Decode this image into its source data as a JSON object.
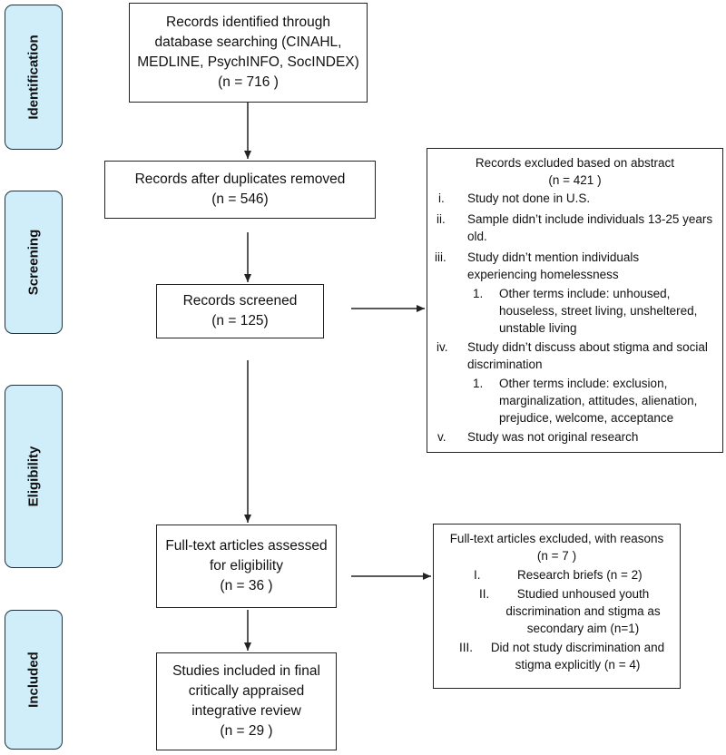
{
  "stages": {
    "identification": "Identification",
    "screening": "Screening",
    "eligibility": "Eligibility",
    "included": "Included"
  },
  "identified": {
    "lines": [
      "Records identified through",
      "database searching (CINAHL,",
      "MEDLINE, PsychINFO, SocINDEX)",
      "(n = 716 )"
    ]
  },
  "duplicates": {
    "lines": [
      "Records after duplicates removed",
      "(n = 546)"
    ]
  },
  "screened": {
    "lines": [
      "Records screened",
      "(n = 125)"
    ]
  },
  "fulltext": {
    "lines": [
      "Full-text articles assessed",
      "for eligibility",
      "(n = 36 )"
    ]
  },
  "included_box": {
    "lines": [
      "Studies included in final",
      "critically appraised",
      "integrative review",
      "(n = 29 )"
    ]
  },
  "abstract_exclusion": {
    "title": "Records excluded based on abstract",
    "count": "(n = 421 )",
    "items": [
      {
        "num": "i.",
        "lines": [
          "Study not done in U.S."
        ]
      },
      {
        "num": "ii.",
        "lines": [
          "Sample didn’t include individuals 13-25 years",
          "old."
        ]
      },
      {
        "num": "iii.",
        "lines": [
          "Study didn’t mention individuals",
          "experiencing homelessness"
        ]
      },
      {
        "num": "1.",
        "lines": [
          "Other terms include: unhoused,",
          "houseless, street living, unsheltered,",
          "unstable living"
        ]
      },
      {
        "num": "iv.",
        "lines": [
          "Study didn’t discuss about stigma and social",
          "discrimination"
        ]
      },
      {
        "num": "1.",
        "lines": [
          "Other terms include: exclusion,",
          "marginalization, attitudes, alienation,",
          "prejudice, welcome, acceptance"
        ]
      },
      {
        "num": "v.",
        "lines": [
          "Study was not original research"
        ]
      }
    ]
  },
  "fulltext_exclusion": {
    "title": "Full-text articles excluded, with reasons",
    "count": "(n = 7 )",
    "items": [
      {
        "num": "I.",
        "lines": [
          "Research briefs (n = 2)"
        ]
      },
      {
        "num": "II.",
        "lines": [
          "Studied unhoused youth",
          "discrimination and stigma as",
          "secondary aim (n=1)"
        ]
      },
      {
        "num": "III.",
        "lines": [
          "Did not study discrimination and",
          "stigma explicitly (n = 4)"
        ]
      }
    ]
  }
}
